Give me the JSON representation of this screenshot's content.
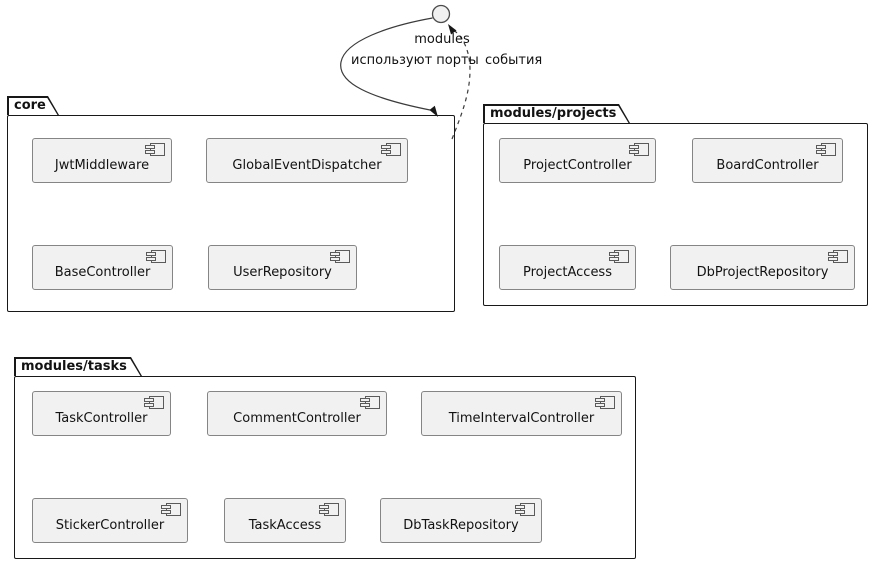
{
  "interface_node": {
    "label": "modules"
  },
  "edges": [
    {
      "label": "используют порты",
      "style": "solid",
      "from": "modules",
      "to": "core"
    },
    {
      "label": "события",
      "style": "dashed",
      "from": "core",
      "to": "modules"
    }
  ],
  "packages": [
    {
      "name": "core",
      "components": [
        "JwtMiddleware",
        "GlobalEventDispatcher",
        "BaseController",
        "UserRepository"
      ]
    },
    {
      "name": "modules/projects",
      "components": [
        "ProjectController",
        "BoardController",
        "ProjectAccess",
        "DbProjectRepository"
      ]
    },
    {
      "name": "modules/tasks",
      "components": [
        "TaskController",
        "CommentController",
        "TimeIntervalController",
        "StickerController",
        "TaskAccess",
        "DbTaskRepository"
      ]
    }
  ],
  "colors": {
    "background": "#ffffff",
    "package_border": "#181818",
    "component_fill": "#f1f1f1",
    "component_border": "#858585",
    "line": "#3b3b3b",
    "text": "#121212"
  }
}
